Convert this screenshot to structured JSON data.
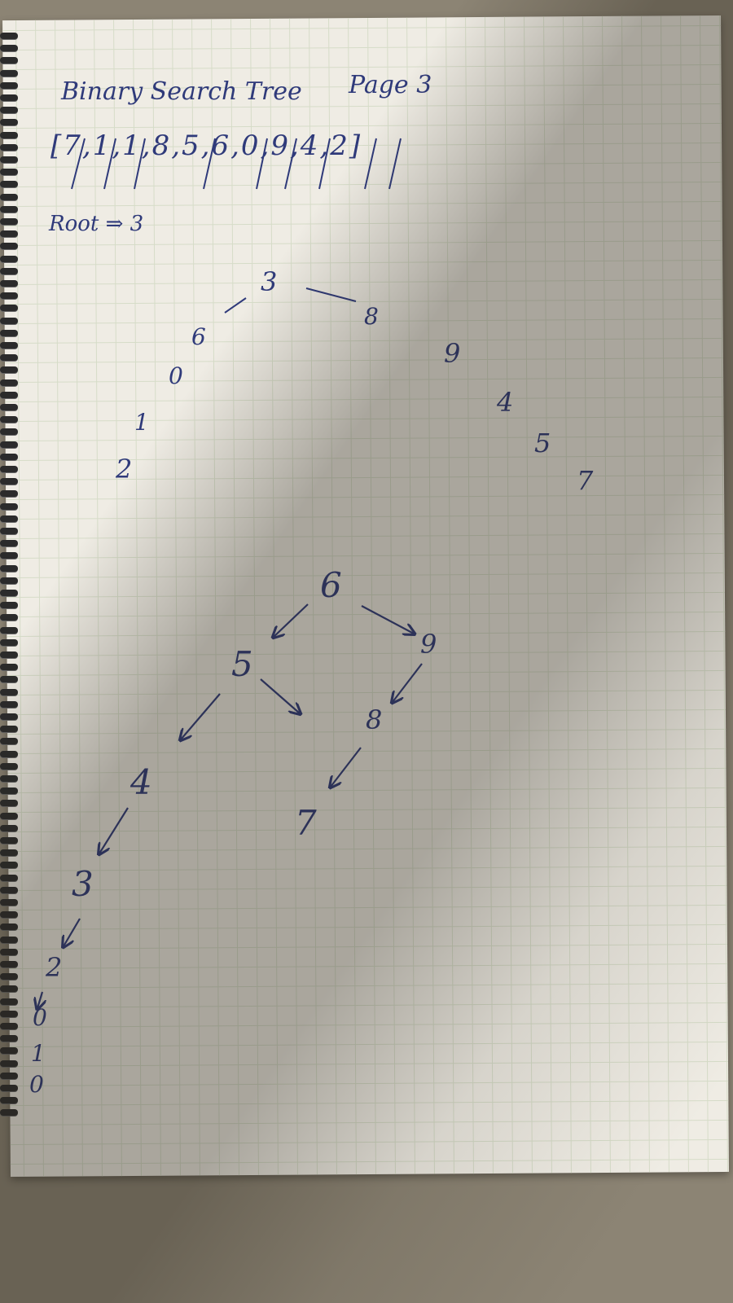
{
  "page": {
    "title": "Binary Search Tree",
    "page_label": "Page 3",
    "sequence": "[7,1,1,8,5,6,0,9,4,2]",
    "root_note": "Root ⇒ 3"
  },
  "tree1": {
    "nodes": [
      {
        "id": "n3",
        "label": "3"
      },
      {
        "id": "n8",
        "label": "8"
      },
      {
        "id": "n6",
        "label": "6"
      },
      {
        "id": "n9",
        "label": "9"
      },
      {
        "id": "n0",
        "label": "0"
      },
      {
        "id": "n4",
        "label": "4"
      },
      {
        "id": "n1",
        "label": "1"
      },
      {
        "id": "n5",
        "label": "5"
      },
      {
        "id": "n2",
        "label": "2"
      },
      {
        "id": "n7",
        "label": "7"
      }
    ]
  },
  "tree2": {
    "nodes": [
      {
        "id": "m6",
        "label": "6"
      },
      {
        "id": "m9",
        "label": "9"
      },
      {
        "id": "m5",
        "label": "5"
      },
      {
        "id": "m8",
        "label": "8"
      },
      {
        "id": "m4",
        "label": "4"
      },
      {
        "id": "m7",
        "label": "7"
      },
      {
        "id": "m3",
        "label": "3"
      },
      {
        "id": "m2",
        "label": "2"
      },
      {
        "id": "m0",
        "label": "0"
      },
      {
        "id": "m1",
        "label": "1"
      },
      {
        "id": "m0b",
        "label": "0"
      }
    ]
  },
  "colors": {
    "ink": "#2f3a7a",
    "paper": "#efece4",
    "grid": "#d6dcc8"
  }
}
